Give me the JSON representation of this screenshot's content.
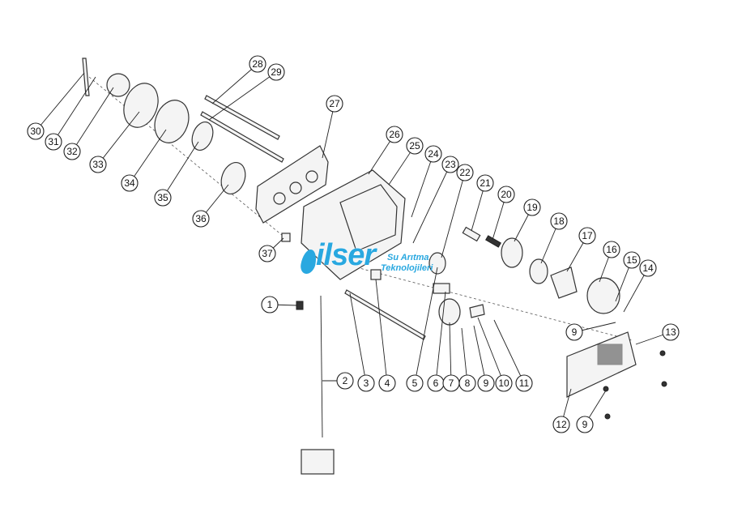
{
  "watermark": {
    "brand": "ilser",
    "line1": "Su Arıtma",
    "line2": "Teknolojileri",
    "color": "#29a8e0"
  },
  "callouts": [
    "30",
    "31",
    "32",
    "33",
    "34",
    "35",
    "36",
    "28",
    "29",
    "27",
    "26",
    "25",
    "24",
    "23",
    "22",
    "21",
    "20",
    "19",
    "18",
    "17",
    "16",
    "15",
    "14",
    "37",
    "1",
    "2",
    "3",
    "4",
    "5",
    "6",
    "7",
    "8",
    "9",
    "10",
    "11",
    "13",
    "9",
    "12",
    "9"
  ]
}
